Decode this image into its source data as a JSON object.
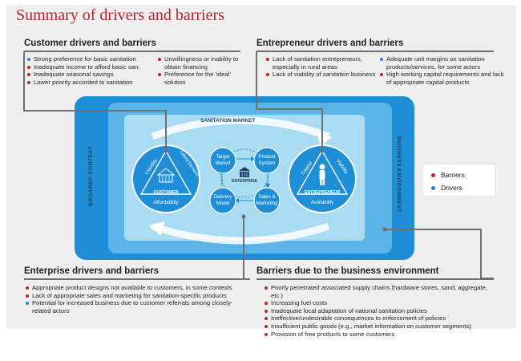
{
  "title": "Summary of drivers and barriers",
  "colors": {
    "barrier": "#c0242a",
    "driver": "#2f7fd4",
    "outer_box": "#1e8fd6",
    "mid_box": "#5ab5e6",
    "market_box": "#a9dbf3",
    "title": "#b5252b"
  },
  "legend": {
    "barriers": "Barriers",
    "drivers": "Drivers"
  },
  "customer": {
    "heading": "Customer drivers and barriers",
    "col1": [
      {
        "text": "Strong preference for basic sanitation",
        "kind": "driver"
      },
      {
        "text": "Inadequate income to afford basic san.",
        "kind": "barrier"
      },
      {
        "text": "Inadequate seasonal savings",
        "kind": "barrier"
      },
      {
        "text": "Lower priority accorded to sanitation",
        "kind": "barrier"
      }
    ],
    "col2": [
      {
        "text": "Unwillingness or inability to obtain financing",
        "kind": "barrier"
      },
      {
        "text": "Preference for the 'ideal' solution",
        "kind": "barrier"
      }
    ]
  },
  "entrepreneur": {
    "heading": "Entrepreneur drivers and barriers",
    "col1": [
      {
        "text": "Lack of sanitation entrepreneurs, especially in rural areas",
        "kind": "barrier"
      },
      {
        "text": "Lack of viability of sanitation business",
        "kind": "barrier"
      }
    ],
    "col2": [
      {
        "text": "Adequate unit margins on sanitation products/services, for some actors",
        "kind": "driver"
      },
      {
        "text": "High working capital requirements and lack of appropriate capital products",
        "kind": "barrier"
      }
    ]
  },
  "enterprise": {
    "heading": "Enterprise drivers and barriers",
    "items": [
      {
        "text": "Appropriate product designs not available to customers, in some contexts",
        "kind": "barrier"
      },
      {
        "text": "Lack of appropriate sales and marketing for sanitation-specific products",
        "kind": "barrier"
      },
      {
        "text": "Potential for increased business due to customer referrals among closely-related actors",
        "kind": "driver"
      }
    ]
  },
  "business_env": {
    "heading": "Barriers due to the business environment",
    "items": [
      {
        "text": "Poorly penetrated associated supply chains (hardware stores, sand, aggregate, etc.)",
        "kind": "barrier"
      },
      {
        "text": "Increasing fuel costs",
        "kind": "barrier"
      },
      {
        "text": "Inadequate local adaptation of national sanitation policies",
        "kind": "barrier"
      },
      {
        "text": "Ineffective/undesirable consequences to enforcement of policies",
        "kind": "barrier"
      },
      {
        "text": "Insufficient public goods (e.g., market information on customer segments)",
        "kind": "barrier"
      },
      {
        "text": "Provision of free products to some customers",
        "kind": "barrier"
      }
    ]
  },
  "diagram": {
    "broader_context": "BROADER CONTEXT",
    "business_environment": "BUSINESS ENVIRONMENT",
    "sanitation_market": "SANITATION MARKET",
    "customer_circle": {
      "arc1": "Liquidity",
      "arc2": "Latent Demand",
      "label": "CUSTOMER",
      "base": "Affordability"
    },
    "entrepreneur_circle": {
      "arc1": "Capital",
      "arc2": "Viability",
      "label": "ENTREPRENEUR",
      "base": "Availability"
    },
    "enterprise": {
      "label": "ENTERPRISE",
      "nodes": [
        {
          "id": "target",
          "l1": "Target",
          "l2": "Market"
        },
        {
          "id": "product",
          "l1": "Product",
          "l2": "System"
        },
        {
          "id": "sales",
          "l1": "Sales &",
          "l2": "Marketing"
        },
        {
          "id": "delivery",
          "l1": "Delivery",
          "l2": "Model"
        }
      ]
    }
  }
}
